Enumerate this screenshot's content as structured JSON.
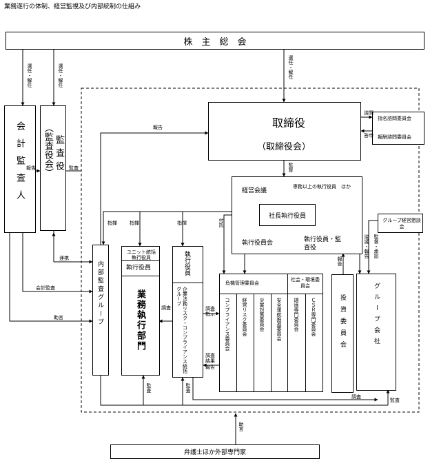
{
  "title": "業務遂行の体制、経営監視及び内部統制の仕組み",
  "nodes": {
    "shareholders": "株　主　総　会",
    "board": "取締役",
    "board_sub": "（取締役会）",
    "nomination": "指名諮問委員会",
    "compensation": "報酬諮問委員会",
    "accounting_auditor": "会計監査人",
    "audit_board": "（監査役会）",
    "audit_board_v": "監査役",
    "mgmt_meeting": "経営会議",
    "mgmt_members": "専務以上の執行役員　ほか",
    "president": "社長執行役員",
    "exec_council": "執行役員会",
    "exec_council_members": "執行役員・監査役",
    "group_council": "グループ経営懇談会",
    "internal_audit": "内部監査グループ",
    "unit_officer": "ユニット統括執行役員",
    "exec_officer_1": "執行役員",
    "business_dept": "業務執行部門",
    "exec_officer_2": "執行役員",
    "risk_group": "企業法務リスク・コンプライアンス統括グループ",
    "crisis_committee": "危機管理委員会",
    "social_env": "社会・環境委員会",
    "compliance_com": "コンプライアンス委員会",
    "biz_risk_com": "経営リスク委員会",
    "disaster_com": "災害対策委員会",
    "safety_com": "安全運航推進委員会",
    "env_com": "環境専門委員会",
    "csr_com": "ＣＳＲ専門委員会",
    "investment_com": "投資委員会",
    "group_companies": "グループ会社",
    "lawyers": "弁護士ほか外部専門家"
  },
  "labels": {
    "elect1": "選任・解任",
    "elect2": "選任・解任",
    "elect3": "選任・解任",
    "report_top": "報告",
    "consult": "諮問",
    "reply": "答申",
    "report_acc": "報告",
    "audit_board": "監査",
    "supervise": "監督",
    "direct1": "指揮",
    "direct2": "指揮",
    "direct3": "指揮",
    "refer": "付託",
    "report_inv": "報告",
    "consult_report": "協議・報告",
    "supervise_approve": "監督・承認",
    "cooperate": "連携",
    "acc_audit": "会計監査",
    "advice1": "助言",
    "adjust": "調査",
    "inspect_instruct": "調査指示",
    "inspect_result": "調査結果報告",
    "audit_b1": "監査",
    "audit_b2": "監査",
    "survey": "調査",
    "audit_b3": "監査",
    "advice2": "助言"
  }
}
